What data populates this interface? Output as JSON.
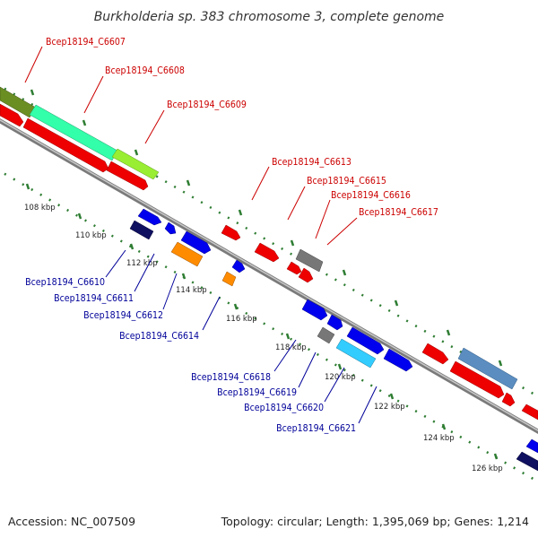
{
  "title": "Burkholderia sp. 383 chromosome 3, complete genome",
  "footer": {
    "accession": "Accession: NC_007509",
    "topology": "Topology: circular; Length: 1,395,069 bp; Genes: 1,214"
  },
  "colors": {
    "forward_gene": "#ff0000",
    "reverse_gene": "#0000ff",
    "forward_label": "#cc0000",
    "reverse_label": "#000099",
    "backbone": "#888888",
    "tick": "#2e7d32"
  },
  "ticks": [
    "108 kbp",
    "110 kbp",
    "112 kbp",
    "114 kbp",
    "116 kbp",
    "118 kbp",
    "120 kbp",
    "122 kbp",
    "124 kbp",
    "126 kbp"
  ],
  "gene_labels_forward": [
    "Bcep18194_C6607",
    "Bcep18194_C6608",
    "Bcep18194_C6609",
    "Bcep18194_C6613",
    "Bcep18194_C6615",
    "Bcep18194_C6616",
    "Bcep18194_C6617"
  ],
  "gene_labels_reverse": [
    "Bcep18194_C6610",
    "Bcep18194_C6611",
    "Bcep18194_C6612",
    "Bcep18194_C6614",
    "Bcep18194_C6618",
    "Bcep18194_C6619",
    "Bcep18194_C6620",
    "Bcep18194_C6621"
  ]
}
